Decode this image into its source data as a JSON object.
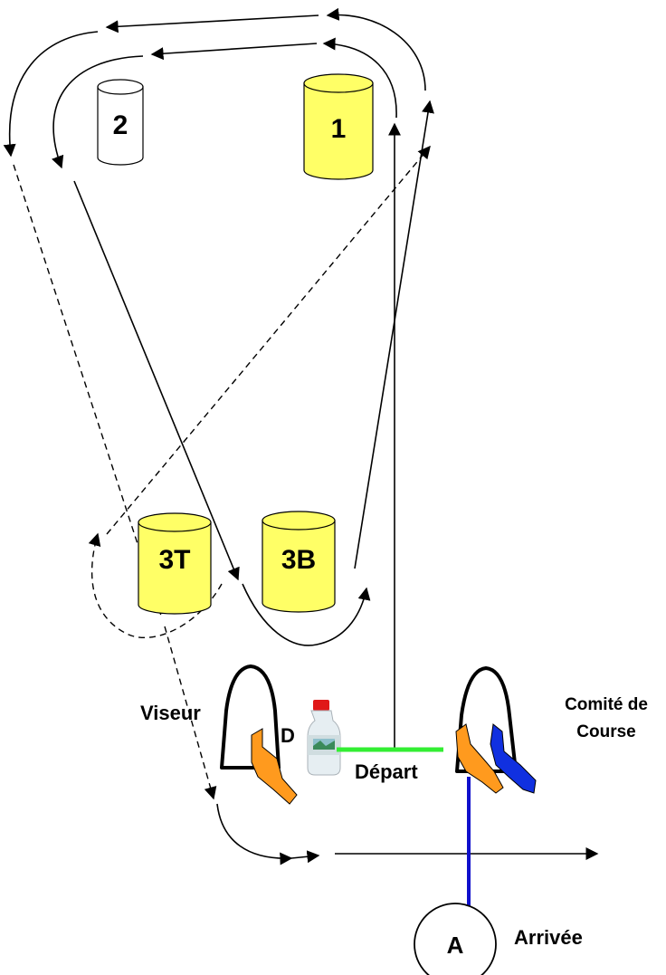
{
  "buoys": {
    "b1": {
      "label": "1",
      "color": "#ffff66"
    },
    "b2": {
      "label": "2",
      "color": "#ffffff"
    },
    "b3t": {
      "label": "3T",
      "color": "#ffff66"
    },
    "b3b": {
      "label": "3B",
      "color": "#ffff66"
    }
  },
  "labels": {
    "viseur": "Viseur",
    "d": "D",
    "depart": "Départ",
    "comite_line1": "Comité de",
    "comite_line2": "Course",
    "arrivee": "Arrivée",
    "arrivee_mark": "A"
  },
  "colors": {
    "start_line": "#33ee33",
    "finish_line": "#1010cc",
    "person_orange": "#ff9a1e",
    "person_blue": "#1030e0",
    "bottle_cap": "#e01818"
  }
}
